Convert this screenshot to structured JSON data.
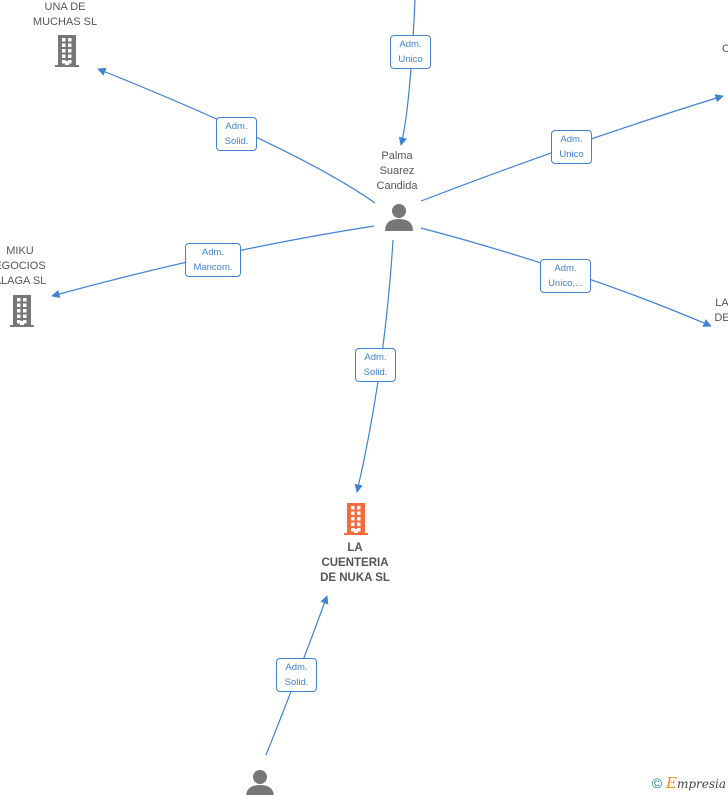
{
  "colors": {
    "edge": "#3f82d2",
    "company": "#777777",
    "focus_company": "#f26c3c",
    "person": "#777777"
  },
  "nodes": [
    {
      "id": "una",
      "type": "company",
      "lines": [
        "UNA DE",
        "MUCHAS  SL"
      ]
    },
    {
      "id": "palma",
      "type": "person",
      "lines": [
        "Palma",
        "Suarez",
        "Candida"
      ]
    },
    {
      "id": "miku",
      "type": "company",
      "lines": [
        "MIKU",
        "EGOCIOS",
        "ALAGA SL"
      ]
    },
    {
      "id": "nuka",
      "type": "company-focus",
      "lines": [
        "LA",
        "CUENTERIA",
        "DE NUKA  SL"
      ]
    },
    {
      "id": "right_top",
      "type": "company",
      "lines": [
        "C"
      ]
    },
    {
      "id": "right_mid",
      "type": "company",
      "lines": [
        "LA",
        "DE"
      ]
    },
    {
      "id": "bottom_person",
      "type": "person",
      "lines": []
    }
  ],
  "edges": [
    {
      "id": "e_una",
      "lines": [
        "Adm.",
        "Solid."
      ]
    },
    {
      "id": "e_top",
      "lines": [
        "Adm.",
        "Unico"
      ]
    },
    {
      "id": "e_right_top",
      "lines": [
        "Adm.",
        "Unico"
      ]
    },
    {
      "id": "e_miku",
      "lines": [
        "Adm.",
        "Mancom."
      ]
    },
    {
      "id": "e_right_mid",
      "lines": [
        "Adm.",
        "Unico,..."
      ]
    },
    {
      "id": "e_nuka",
      "lines": [
        "Adm.",
        "Solid."
      ]
    },
    {
      "id": "e_bottom",
      "lines": [
        "Adm.",
        "Solid."
      ]
    }
  ],
  "footer": {
    "copyright": "©",
    "brand_initial": "E",
    "brand_rest": "mpresia"
  }
}
